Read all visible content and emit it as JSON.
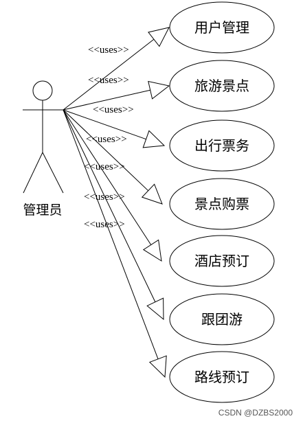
{
  "actor": {
    "label": "管理员"
  },
  "relation_label": "<<uses>>",
  "use_cases": [
    {
      "label": "用户管理"
    },
    {
      "label": "旅游景点"
    },
    {
      "label": "出行票务"
    },
    {
      "label": "景点购票"
    },
    {
      "label": "酒店预订"
    },
    {
      "label": "跟团游"
    },
    {
      "label": "路线预订"
    }
  ],
  "watermark": "CSDN @DZBS2000"
}
